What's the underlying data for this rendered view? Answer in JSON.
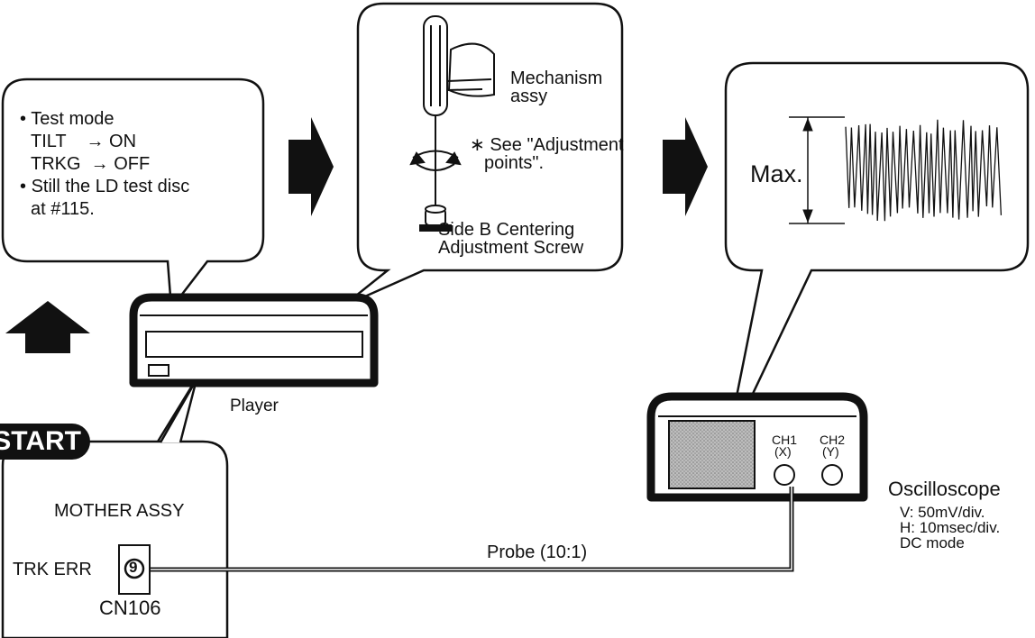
{
  "steps_box": {
    "items": [
      {
        "bullet": "•",
        "text": "Test mode"
      },
      {
        "bullet": "",
        "text": "TILT    → ON"
      },
      {
        "bullet": "",
        "text": "TRKG  → OFF"
      },
      {
        "bullet": "•",
        "text": "Still the LD test disc"
      },
      {
        "bullet": "",
        "text": "at #115."
      }
    ]
  },
  "adjust_box": {
    "mechanism_label": "Mechanism\nassy",
    "mechanism_line1": "Mechanism",
    "mechanism_line2": "assy",
    "see_note_line1": "∗ See \"Adjustment",
    "see_note_line2": "points\".",
    "screw_line1": "Side B Centering",
    "screw_line2": "Adjustment Screw"
  },
  "waveform_box": {
    "max_label": "Max."
  },
  "player_label": "Player",
  "start_label": "START",
  "connector_box": {
    "board": "MOTHER ASSY",
    "signal": "TRK ERR",
    "pin": "9",
    "connector": "CN106"
  },
  "probe_label": "Probe (10:1)",
  "oscilloscope": {
    "ch1_line1": "CH1",
    "ch1_line2": "(X)",
    "ch2_line1": "CH2",
    "ch2_line2": "(Y)",
    "name": "Oscilloscope",
    "settings": [
      "V: 50mV/div.",
      "H: 10msec/div.",
      "DC mode"
    ]
  }
}
